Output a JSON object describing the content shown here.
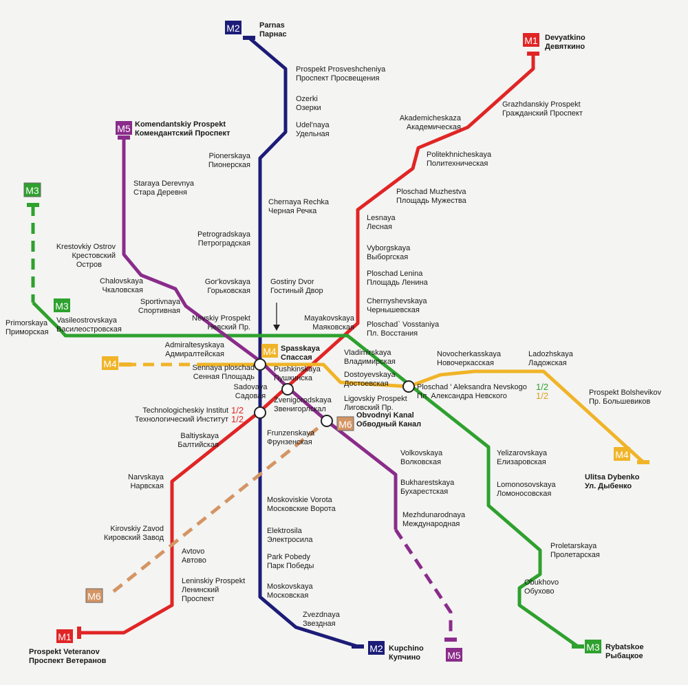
{
  "lines": [
    {
      "id": "M1",
      "color": "#e02525"
    },
    {
      "id": "M2",
      "color": "#1c1c78"
    },
    {
      "id": "M3",
      "color": "#2ea12e"
    },
    {
      "id": "M4",
      "color": "#f0b428"
    },
    {
      "id": "M5",
      "color": "#8a2c8a"
    },
    {
      "id": "M6",
      "color": "#d49564"
    }
  ],
  "badges": [
    "M2",
    "M1",
    "M5",
    "M3",
    "M3",
    "M4",
    "M6",
    "M1",
    "M5",
    "M6",
    "M4",
    "M2",
    "M3",
    "M4"
  ],
  "transfer_fraction": "1/2",
  "stations": [
    {
      "en": "Parnas",
      "ru": "Парнас",
      "terminal": true
    },
    {
      "en": "Prospekt Prosveshcheniya",
      "ru": "Проспект Просвещения"
    },
    {
      "en": "Ozerki",
      "ru": "Озерки"
    },
    {
      "en": "Udel'naya",
      "ru": "Удельная"
    },
    {
      "en": "Pionerskaya",
      "ru": "Пионерская"
    },
    {
      "en": "Chernaya Rechka",
      "ru": "Черная Речка"
    },
    {
      "en": "Petrogradskaya",
      "ru": "Петроградская"
    },
    {
      "en": "Gor'kovskaya",
      "ru": "Горьковская"
    },
    {
      "en": "Gostiny Dvor",
      "ru": "Гостиный Двор"
    },
    {
      "en": "Nevskiy Prospekt",
      "ru": "Невский Пр."
    },
    {
      "en": "Mayakovskaya",
      "ru": "Маяковская"
    },
    {
      "en": "Devyatkino",
      "ru": "Девяткино",
      "terminal": true
    },
    {
      "en": "Grazhdanskiy Prospekt",
      "ru": "Гражданский Проспект"
    },
    {
      "en": "Akademicheskaza",
      "ru": "Академическая"
    },
    {
      "en": "Politekhnicheskaya",
      "ru": "Политехническая"
    },
    {
      "en": "Ploschad Muzhestva",
      "ru": "Площадь Мужества"
    },
    {
      "en": "Lesnaya",
      "ru": "Лесная"
    },
    {
      "en": "Vyborgskaya",
      "ru": "Выборгская"
    },
    {
      "en": "Ploschad Lenina",
      "ru": "Площадь Ленина"
    },
    {
      "en": "Chernyshevskaya",
      "ru": "Чернышевская"
    },
    {
      "en": "Ploschad` Vosstaniya",
      "ru": "Пл. Восстания"
    },
    {
      "en": "Komendantskiy Prospekt",
      "ru": "Комендантский Проспект",
      "terminal": true
    },
    {
      "en": "Staraya Derevnya",
      "ru": "Стара Деревня"
    },
    {
      "en": "Krestovkiy Ostrov",
      "ru": "Крестовский",
      "ru2": "Остров"
    },
    {
      "en": "Chalovskaya",
      "ru": "Чкаловская"
    },
    {
      "en": "Sportivnaya",
      "ru": "Спортивная"
    },
    {
      "en": "Vasileostrovskaya",
      "ru": "Василеостровская"
    },
    {
      "en": "Primorskaya",
      "ru": "Приморская"
    },
    {
      "en": "Admiraltesyskaya",
      "ru": "Адмиралтейская"
    },
    {
      "en": "Spasskaya",
      "ru": "Спассая",
      "terminal": true
    },
    {
      "en": "Vladimirskaya",
      "ru": "Владимирская"
    },
    {
      "en": "Sennaya ploschad",
      "ru": "Сенная Площадь"
    },
    {
      "en": "Pushkinskaya",
      "ru": "Пушкинска"
    },
    {
      "en": "Dostoyevskaya",
      "ru": "Достоевская"
    },
    {
      "en": "Sadovaya",
      "ru": "Садовая"
    },
    {
      "en": "Zvenigorodskaya",
      "ru": "Звенигорлскал"
    },
    {
      "en": "Ligovskiy Prospekt",
      "ru": "Лиговский Пр."
    },
    {
      "en": "Technologicheskiy Institut",
      "ru": "Технологический Институт"
    },
    {
      "en": "Obvodnyi Kanal",
      "ru": "Обводный Канал",
      "terminal": true
    },
    {
      "en": "Frunzenskaya",
      "ru": "Фрунзенская"
    },
    {
      "en": "Baltiyskaya",
      "ru": "Балтийская"
    },
    {
      "en": "Volkovskaya",
      "ru": "Волковская"
    },
    {
      "en": "Narvskaya",
      "ru": "Нарвская"
    },
    {
      "en": "Bukharestskaya",
      "ru": "Бухарестская"
    },
    {
      "en": "Yelizarovskaya",
      "ru": "Елизаровская"
    },
    {
      "en": "Lomonosovskaya",
      "ru": "Ломоносовская"
    },
    {
      "en": "Moskoviskie Vorota",
      "ru": "Московские Ворота"
    },
    {
      "en": "Mezhdunarodnaya",
      "ru": "Международная"
    },
    {
      "en": "Kirovskiy Zavod",
      "ru": "Кировский Завод"
    },
    {
      "en": "Elektrosila",
      "ru": "Электросила"
    },
    {
      "en": "Avtovo",
      "ru": "Автово"
    },
    {
      "en": "Proletarskaya",
      "ru": "Пролетарская"
    },
    {
      "en": "Park Pobedy",
      "ru": "Парк Победы"
    },
    {
      "en": "Leninskiy Prospekt",
      "ru": "Ленинский",
      "ru2": "Проспект"
    },
    {
      "en": "Obukhovo",
      "ru": "Обухово"
    },
    {
      "en": "Moskovskaya",
      "ru": "Московская"
    },
    {
      "en": "Zvezdnaya",
      "ru": "Звездная"
    },
    {
      "en": "Kupchino",
      "ru": "Купчино",
      "terminal": true
    },
    {
      "en": "Rybatskoe",
      "ru": "Рыбацкое",
      "terminal": true
    },
    {
      "en": "Prospekt Veteranov",
      "ru": "Проспект Ветеранов",
      "terminal": true
    },
    {
      "en": "Novocherkasskaya",
      "ru": "Новочеркасская"
    },
    {
      "en": "Ladozhskaya",
      "ru": "Ладожская"
    },
    {
      "en": "Ploschad ' Aleksandra Nevskogo",
      "ru": "Пл. Александра Невского"
    },
    {
      "en": "Prospekt Bolshevikov",
      "ru": "Пр. Большевиков"
    },
    {
      "en": "Ulitsa Dybenko",
      "ru": "Ул. Дыбенко",
      "terminal": true
    }
  ]
}
